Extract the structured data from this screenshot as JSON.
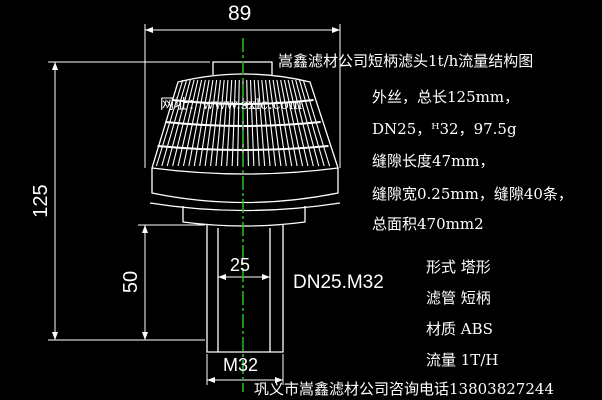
{
  "title": "嵩鑫滤材公司短柄滤头1t/h流量结构图",
  "website": "网址：www.sxlc.com",
  "dimensions": {
    "top_width": "89",
    "total_height": "125",
    "stem_height": "50",
    "stem_inner": "25",
    "bottom": "M32",
    "thread": "DN25.M32"
  },
  "specs": [
    "外丝，总长125mm，",
    "DN25，ᵸ32，97.5g",
    "缝隙长度47mm，",
    "缝隙宽0.25mm，缝隙40条，",
    "总面积470mm2"
  ],
  "properties": [
    "形式 塔形",
    "滤管 短柄",
    "材质 ABS",
    "流量 1T/H"
  ],
  "contact": "巩义市嵩鑫滤材公司咨询电话13803827244",
  "colors": {
    "background": "#000000",
    "lines": "#ffffff",
    "centerline": "#22c322"
  }
}
